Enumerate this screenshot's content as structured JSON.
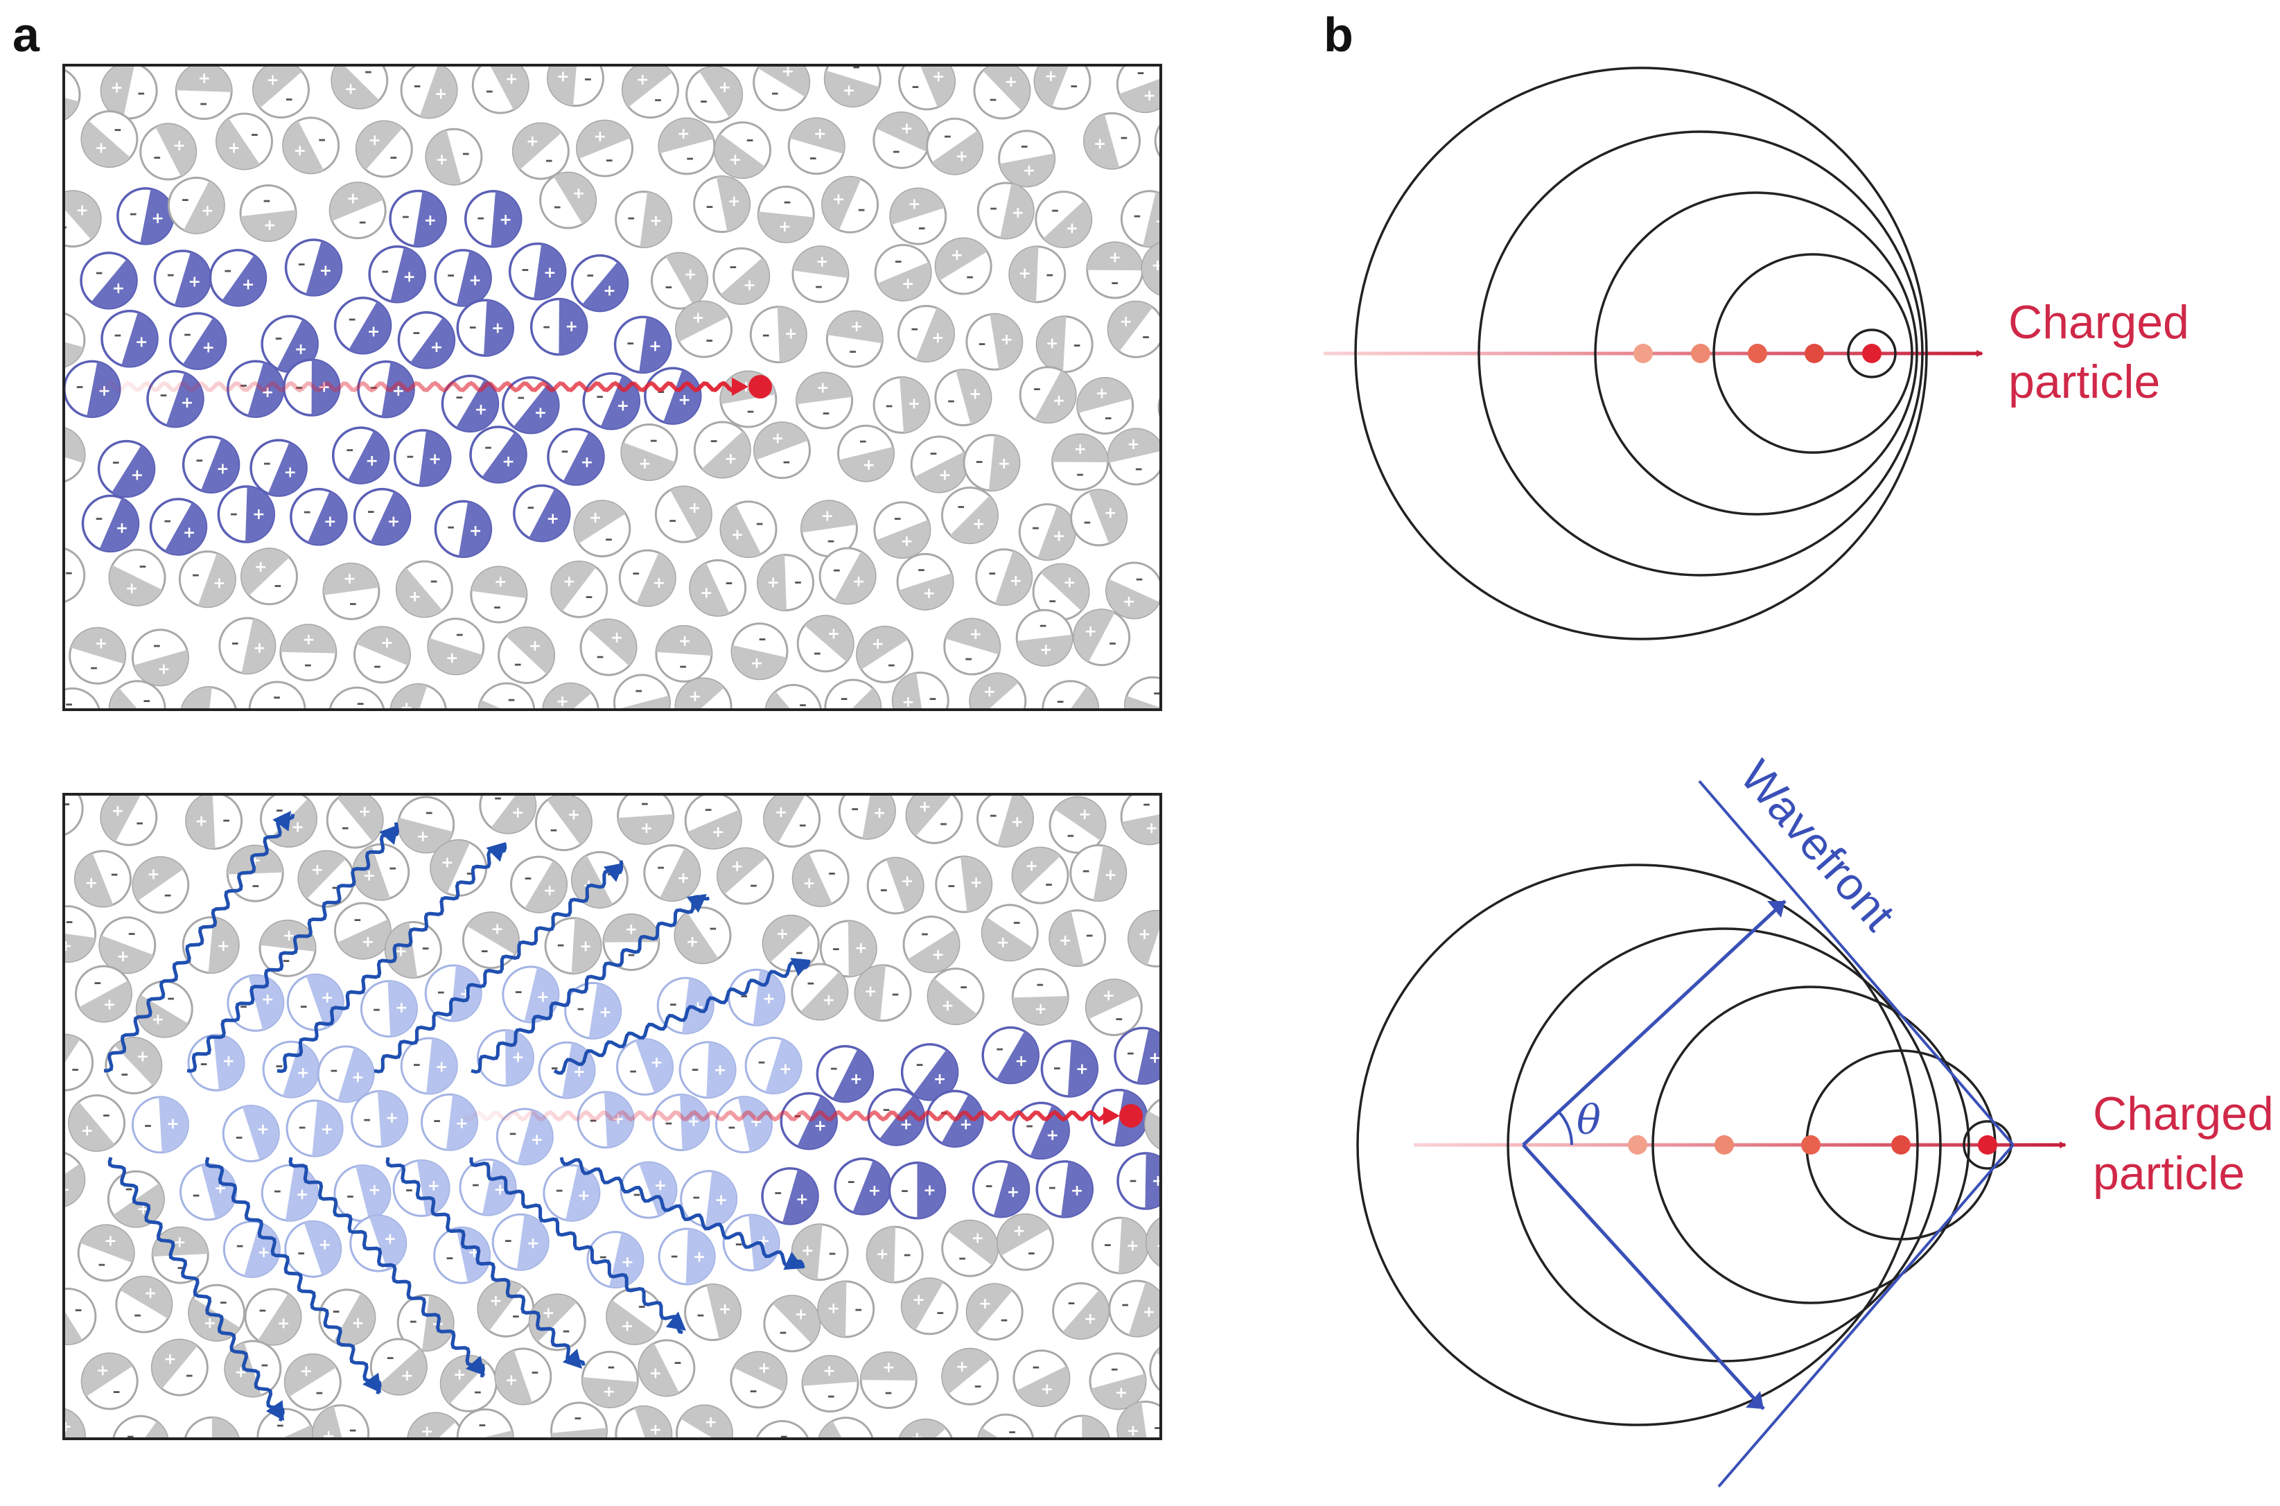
{
  "figure": {
    "panel_a": {
      "letter": "a"
    },
    "panel_b": {
      "letter": "b",
      "top": {
        "particle_label": [
          "Charged",
          "particle"
        ]
      },
      "bottom": {
        "particle_label": [
          "Charged",
          "particle"
        ],
        "wavefront_label": "Wavefront",
        "angle_label": "θ"
      }
    },
    "colors": {
      "particle": "#e02030",
      "arrow": "#c41e3a",
      "polarized_molecule": "#6a6fc0",
      "relaxed_molecule": "#b6c3ee",
      "idle_molecule": "#c6c6c6",
      "emitted_wave": "#1f4fb0",
      "wavefront": "#3a50b8"
    }
  }
}
